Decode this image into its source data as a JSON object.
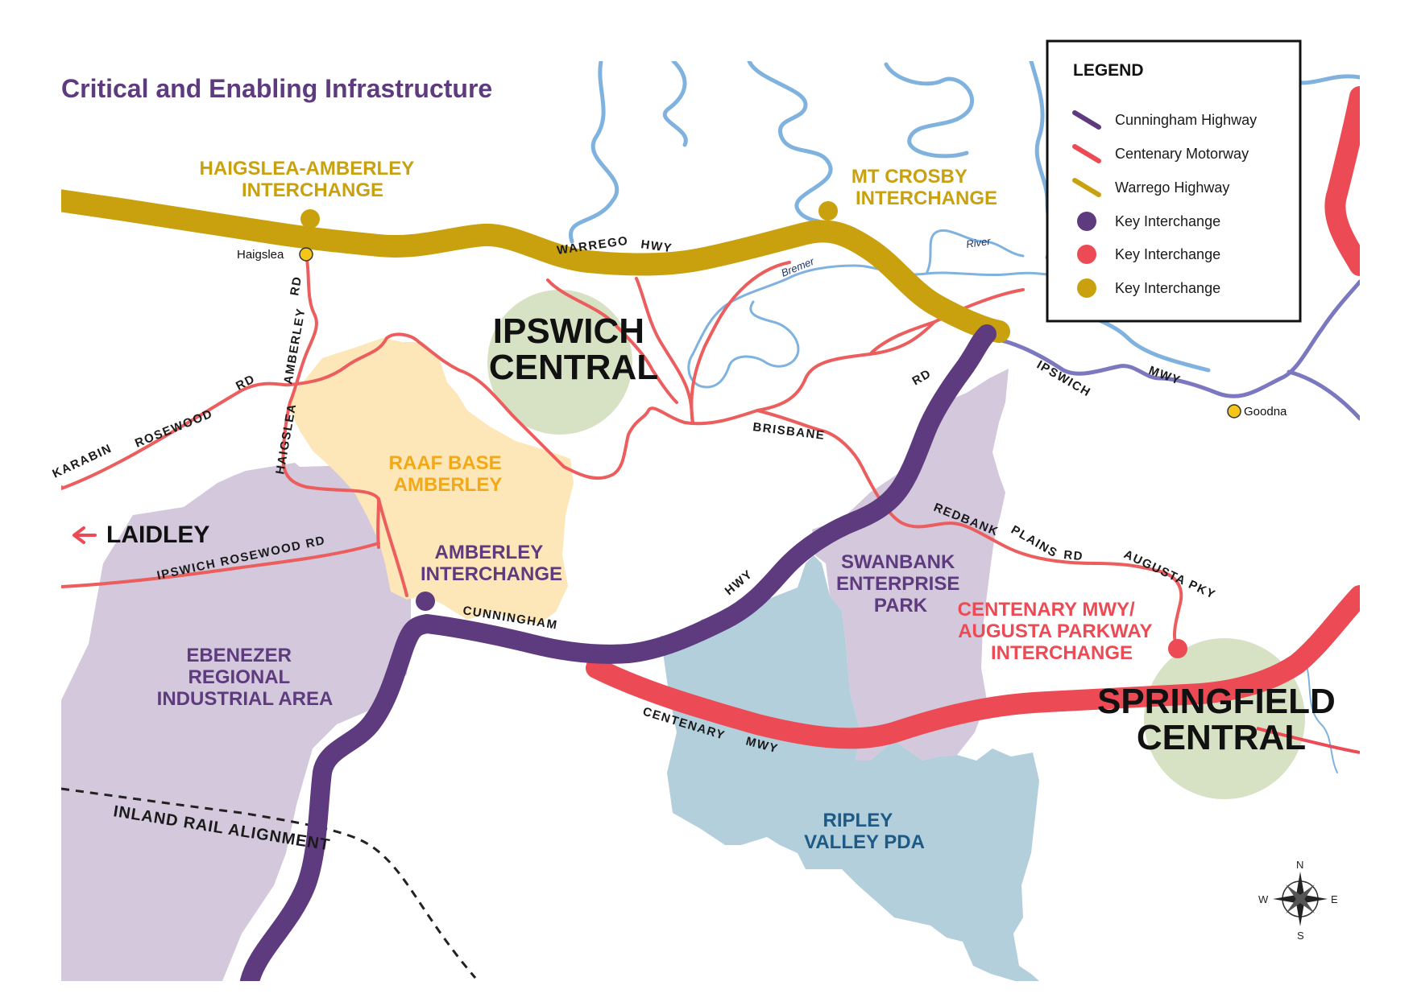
{
  "title": "Critical and Enabling Infrastructure",
  "legend": {
    "heading": "LEGEND",
    "items": [
      {
        "label": "Cunningham Highway",
        "kind": "line",
        "color": "#5e3a7e"
      },
      {
        "label": "Centenary Motorway",
        "kind": "line",
        "color": "#ec4a54"
      },
      {
        "label": "Warrego Highway",
        "kind": "line",
        "color": "#c9a10f"
      },
      {
        "label": "Key Interchange",
        "kind": "dot",
        "color": "#5e3a7e"
      },
      {
        "label": "Key Interchange",
        "kind": "dot",
        "color": "#ec4a54"
      },
      {
        "label": "Key Interchange",
        "kind": "dot",
        "color": "#c9a10f"
      }
    ]
  },
  "colors": {
    "cunningham": "#5e3a7e",
    "centenary": "#ec4a54",
    "warrego": "#c9a10f",
    "local_road": "#ec5e5e",
    "ipswich_mwy": "#7b78bf",
    "river": "#7fb2de",
    "industrial_area": "#d3c8dc",
    "raaf_area": "#fde6b8",
    "ripley_area": "#b3cfdc",
    "central_area": "#d7e1c4",
    "title": "#5e3a7e"
  },
  "interchanges": {
    "haigslea_amberley": [
      "HAIGSLEA-AMBERLEY",
      "INTERCHANGE"
    ],
    "mt_crosby": [
      "MT CROSBY",
      "INTERCHANGE"
    ],
    "amberley": [
      "AMBERLEY",
      "INTERCHANGE"
    ],
    "centenary_augusta": [
      "CENTENARY MWY/",
      "AUGUSTA PARKWAY",
      "INTERCHANGE"
    ]
  },
  "areas": {
    "ipswich_central": [
      "IPSWICH",
      "CENTRAL"
    ],
    "springfield_central": [
      "SPRINGFIELD",
      "CENTRAL"
    ],
    "raaf_base": [
      "RAAF BASE",
      "AMBERLEY"
    ],
    "swanbank": [
      "SWANBANK",
      "ENTERPRISE",
      "PARK"
    ],
    "ebenezer": [
      "EBENEZER",
      "REGIONAL",
      "INDUSTRIAL AREA"
    ],
    "ripley": [
      "RIPLEY",
      "VALLEY PDA"
    ]
  },
  "places": {
    "laidley": "LAIDLEY",
    "haigslea": "Haigslea",
    "goodna": "Goodna"
  },
  "road_labels": {
    "warrego": "WARREGO",
    "hwy": "HWY",
    "amberley": "AMBERLEY",
    "rd": "RD",
    "haigslea": "HAIGSLEA",
    "rosewood": "ROSEWOOD",
    "karabin": "KARABIN",
    "ipswich_rosewood_rd": "IPSWICH ROSEWOOD RD",
    "brisbane": "BRISBANE",
    "ipswich": "IPSWICH",
    "mwy": "MWY",
    "redbank": "REDBANK",
    "plains": "PLAINS",
    "augusta_pky": "AUGUSTA PKY",
    "cunningham": "CUNNINGHAM",
    "centenary": "CENTENARY",
    "inland_rail": "INLAND RAIL ALIGNMENT"
  },
  "river_labels": {
    "bremer": "Bremer",
    "river": "River"
  },
  "compass": {
    "n": "N",
    "s": "S",
    "e": "E",
    "w": "W"
  }
}
